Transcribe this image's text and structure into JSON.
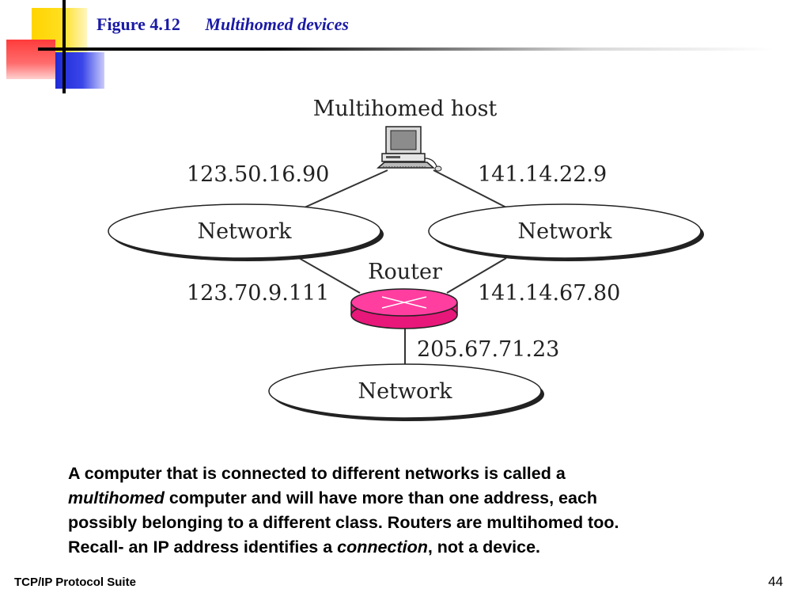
{
  "title": {
    "figure_label": "Figure 4.12",
    "caption": "Multihomed devices"
  },
  "diagram": {
    "host": {
      "label": "Multihomed host",
      "icon": "computer-icon"
    },
    "router": {
      "label": "Router",
      "icon": "router-icon",
      "color": "#e8177a"
    },
    "networks": [
      {
        "label": "Network"
      },
      {
        "label": "Network"
      },
      {
        "label": "Network"
      }
    ],
    "addresses": {
      "host_left": "123.50.16.90",
      "host_right": "141.14.22.9",
      "router_left": "123.70.9.111",
      "router_right": "141.14.67.80",
      "router_bottom": "205.67.71.23"
    }
  },
  "body": {
    "line1": "A computer that is connected to different networks is called a",
    "multihomed": "multihomed",
    "line2_rest": " computer and will have more than one address, each",
    "line3": "possibly belonging to a different class.  Routers are multihomed too.",
    "line4_start": "Recall- an IP address identifies a ",
    "connection": "connection",
    "line4_end": ", not a device."
  },
  "footer": {
    "suite": "TCP/IP Protocol Suite",
    "page": "44"
  },
  "colors": {
    "title": "#1a1aa6",
    "deco_yellow": "#ffd400",
    "deco_red": "#ff3b3b",
    "deco_blue": "#1f2bd6"
  }
}
